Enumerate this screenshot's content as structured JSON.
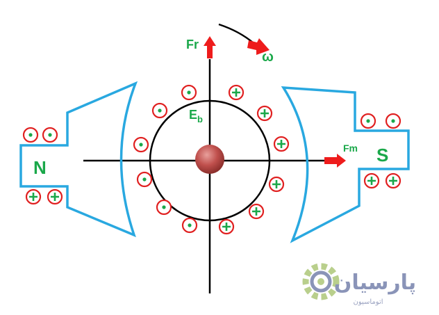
{
  "labels": {
    "north_pole": "N",
    "south_pole": "S",
    "rotation": "ω",
    "radial_force": "Fr",
    "motor_force": "Fm",
    "back_emf_main": "E",
    "back_emf_sub": "b"
  },
  "logo": {
    "text": "پارسیان",
    "subtitle": "اتوماسیون"
  },
  "colors": {
    "pole_outline": "#29a8e0",
    "arrow": "#ee1c1c",
    "label_green": "#1aa84a",
    "conductor_ring": "#e02020",
    "rotor": "#c0504d",
    "axis": "#000000"
  },
  "conductor_symbols": {
    "dot": "dot-out-of-page",
    "plus": "cross-into-page"
  }
}
